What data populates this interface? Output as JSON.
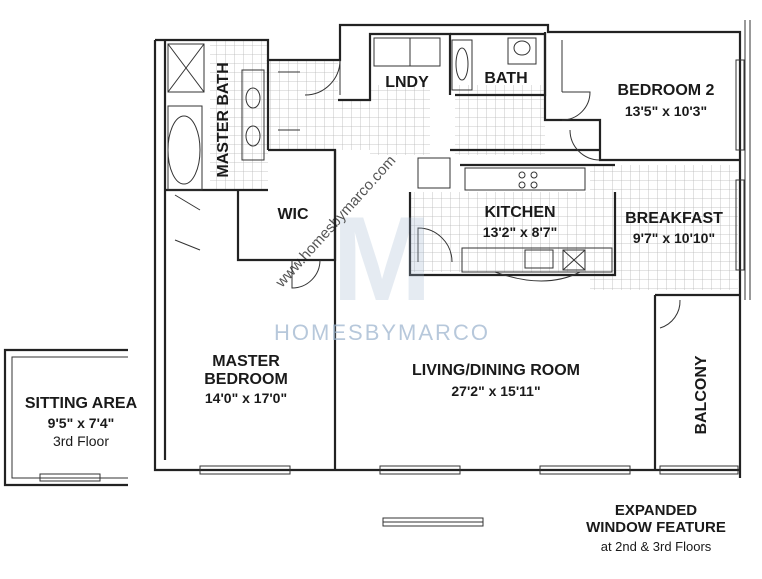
{
  "rooms": {
    "master_bath": "MASTER BATH",
    "lndy": "LNDY",
    "bath": "BATH",
    "bedroom2_name": "BEDROOM 2",
    "bedroom2_dim": "13'5\" x 10'3\"",
    "wic": "WIC",
    "kitchen_name": "KITCHEN",
    "kitchen_dim": "13'2\" x 8'7\"",
    "breakfast_name": "BREAKFAST",
    "breakfast_dim": "9'7\" x 10'10\"",
    "master_bedroom_l1": "MASTER",
    "master_bedroom_l2": "BEDROOM",
    "master_bedroom_dim": "14'0\" x 17'0\"",
    "living_name": "LIVING/DINING ROOM",
    "living_dim": "27'2\" x 15'11\"",
    "balcony": "BALCONY",
    "sitting_name": "SITTING AREA",
    "sitting_dim": "9'5\" x 7'4\"",
    "sitting_floor": "3rd Floor"
  },
  "feature": {
    "line1": "EXPANDED",
    "line2": "WINDOW FEATURE",
    "line3": "at 2nd & 3rd Floors"
  },
  "watermark": {
    "url": "www.homesbymarco.com",
    "brand": "HOMESBYMARCO"
  },
  "colors": {
    "wall": "#222222",
    "watermark": "#9fb6cf"
  }
}
